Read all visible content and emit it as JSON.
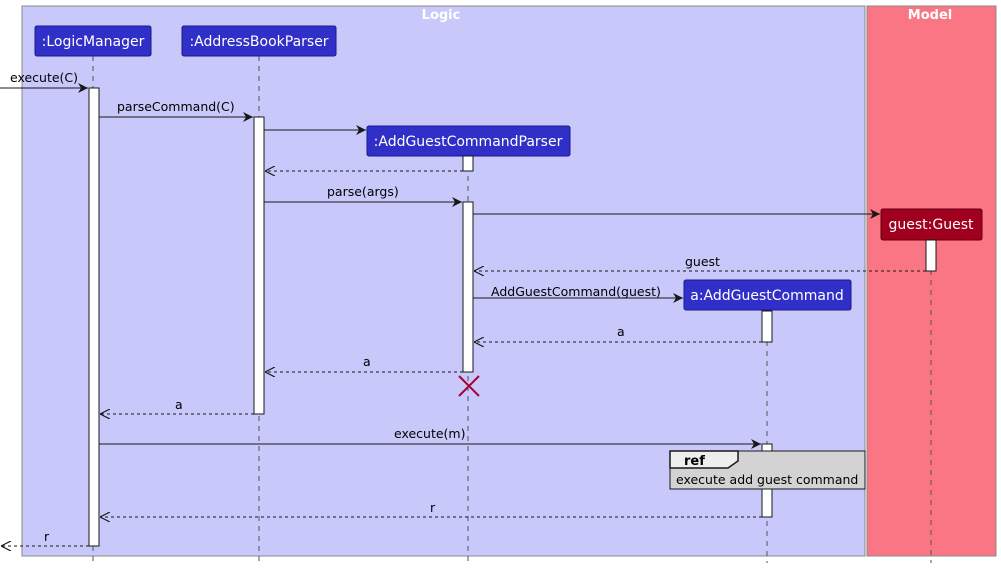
{
  "boxes": {
    "logic": {
      "title": "Logic"
    },
    "model": {
      "title": "Model"
    }
  },
  "participants": {
    "logic_manager": ":LogicManager",
    "address_book_parser": ":AddressBookParser",
    "add_guest_command_parser": ":AddGuestCommandParser",
    "guest": "guest:Guest",
    "add_guest_command": "a:AddGuestCommand"
  },
  "messages": {
    "execute_c": "execute(C)",
    "parse_command": "parseCommand(C)",
    "parse_args": "parse(args)",
    "return_guest": "guest",
    "add_guest_command_call": "AddGuestCommand(guest)",
    "return_a_to_parser": "a",
    "return_a_to_abp": "a",
    "return_a_to_lm": "a",
    "execute_m": "execute(m)",
    "return_r_to_lm": "r",
    "return_r_out": "r"
  },
  "ref": {
    "tag": "ref",
    "text": "execute add guest command"
  },
  "colors": {
    "logic_box": "#c8c8fa",
    "model_box": "#fa7685",
    "logic_participant": "#3030c8",
    "model_participant": "#a0001e",
    "destroy": "#a80036",
    "ref_fill": "#d3d3d3"
  }
}
